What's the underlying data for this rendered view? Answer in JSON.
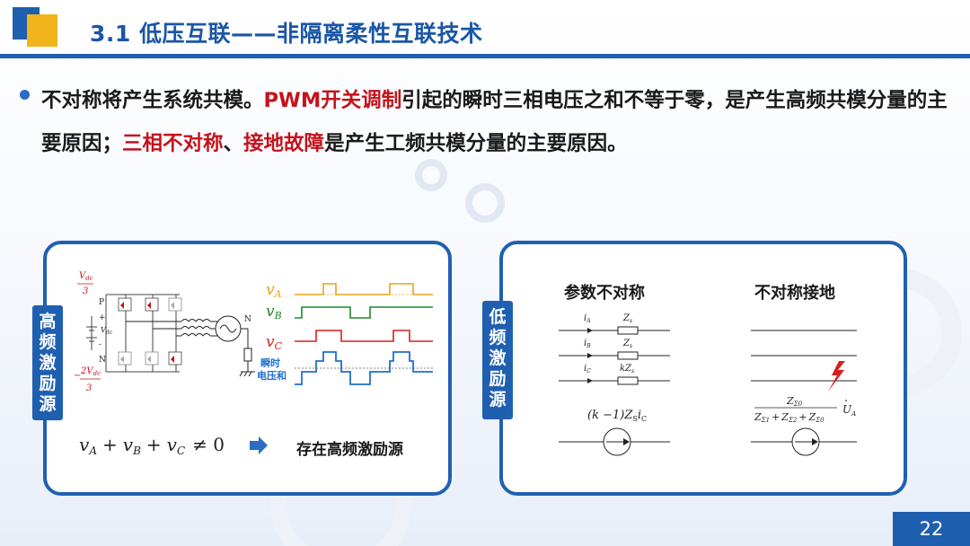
{
  "title": "3.1 低压互联——非隔离柔性互联技术",
  "bullet": {
    "s1": "不对称将产生系统共模。",
    "s2": "PWM开关调制",
    "s3": "引起的瞬时三相电压之和不等于零，是产生高频共模分量的主要原因；",
    "s4": "三相不对称",
    "s5": "、",
    "s6": "接地故障",
    "s7": "是产生工频共模分量的主要原因。"
  },
  "left_panel": {
    "tab_label": [
      "高",
      "频",
      "激",
      "励",
      "源"
    ],
    "circuit": {
      "top_frac": "V",
      "top_frac_sub": "dc",
      "top_den": "3",
      "bot_frac": "2V",
      "bot_frac_sub": "dc",
      "bot_den": "3",
      "bot_minus": "−",
      "p_label": "P",
      "n_label": "N",
      "n2_label": "N",
      "plus": "+",
      "minus": "-",
      "vdc": "V",
      "vdc_sub": "dc",
      "waves": [
        {
          "label": "v",
          "sub": "A",
          "color": "#e8a21c"
        },
        {
          "label": "v",
          "sub": "B",
          "color": "#1d8a2a"
        },
        {
          "label": "v",
          "sub": "C",
          "color": "#d42020"
        }
      ],
      "sum_label_1": "瞬时",
      "sum_label_2": "电压和",
      "sum_color": "#1f6fd0"
    },
    "equation": {
      "t1": "v",
      "s1": "A",
      "plus1": "+",
      "t2": "v",
      "s2": "B",
      "plus2": "+",
      "t3": "v",
      "s3": "C",
      "neq": "≠ 0"
    },
    "note": "存在高频激励源"
  },
  "right_panel": {
    "tab_label": [
      "低",
      "频",
      "激",
      "励",
      "源"
    ],
    "col1_title": "参数不对称",
    "col2_title": "不对称接地",
    "col1": {
      "currents": [
        {
          "i": "i",
          "sub": "A",
          "z": "Z",
          "zsub": "s"
        },
        {
          "i": "i",
          "sub": "B",
          "z": "Z",
          "zsub": "s"
        },
        {
          "i": "i",
          "sub": "C",
          "z": "kZ",
          "zsub": "s"
        }
      ],
      "source_pre": "(k −1)Z",
      "source_sub": "S",
      "source_i": "i",
      "source_isub": "C"
    },
    "col2": {
      "num": "Z",
      "num_sub": "Σ0",
      "den_1": "Z",
      "den_1_sub": "Σ1",
      "plus_1": "+",
      "den_2": "Z",
      "den_2_sub": "Σ2",
      "plus_2": "+",
      "den_3": "Z",
      "den_3_sub": "Σ0",
      "u": "U",
      "u_sub": "A",
      "fault_color": "#d42020"
    }
  },
  "page_number": "22",
  "colors": {
    "accent": "#1f5fb0",
    "gold": "#f2b41b",
    "highlight": "#c4131b"
  }
}
